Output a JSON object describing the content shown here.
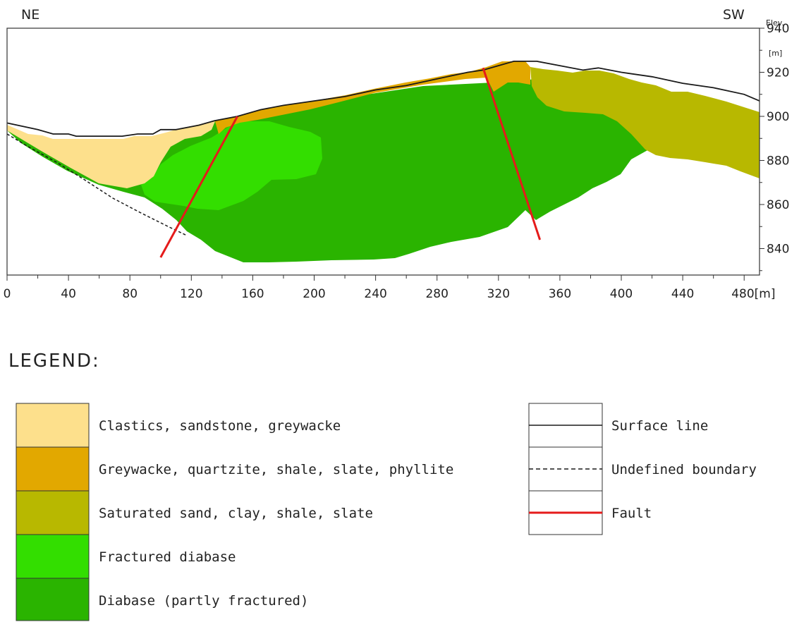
{
  "section": {
    "left_direction": "NE",
    "right_direction": "SW",
    "elev_label": "Elev.",
    "elev_unit": "[m]",
    "x_unit_suffix": "[m]",
    "x_ticks": [
      "0",
      "40",
      "80",
      "120",
      "160",
      "200",
      "240",
      "280",
      "320",
      "360",
      "400",
      "440",
      "480"
    ],
    "y_ticks": [
      "940",
      "920",
      "900",
      "880",
      "860",
      "840"
    ],
    "x_range": [
      0,
      490
    ],
    "y_range": [
      828,
      940
    ],
    "surface_profile": [
      [
        0,
        897
      ],
      [
        20,
        894
      ],
      [
        30,
        892
      ],
      [
        40,
        892
      ],
      [
        45,
        891
      ],
      [
        55,
        891
      ],
      [
        65,
        891
      ],
      [
        75,
        891
      ],
      [
        85,
        892
      ],
      [
        95,
        892
      ],
      [
        100,
        894
      ],
      [
        110,
        894
      ],
      [
        125,
        896
      ],
      [
        135,
        898
      ],
      [
        150,
        900
      ],
      [
        165,
        903
      ],
      [
        180,
        905
      ],
      [
        200,
        907
      ],
      [
        220,
        909
      ],
      [
        240,
        912
      ],
      [
        250,
        913
      ],
      [
        260,
        914
      ],
      [
        280,
        917
      ],
      [
        300,
        920
      ],
      [
        310,
        921
      ],
      [
        320,
        923
      ],
      [
        330,
        925
      ],
      [
        345,
        925
      ],
      [
        360,
        923
      ],
      [
        375,
        921
      ],
      [
        385,
        922
      ],
      [
        400,
        920
      ],
      [
        420,
        918
      ],
      [
        440,
        915
      ],
      [
        460,
        913
      ],
      [
        480,
        910
      ],
      [
        490,
        907
      ]
    ],
    "faults": [
      [
        [
          100,
          836
        ],
        [
          150,
          900
        ]
      ],
      [
        [
          310,
          922
        ],
        [
          347,
          844
        ]
      ]
    ],
    "colors": {
      "clastics": "#fde08c",
      "greywacke": "#e2a800",
      "saturated": "#b8b800",
      "fractured_diabase": "#33de00",
      "diabase": "#2ab400",
      "fault": "#e51b1b",
      "surface": "#1a1a1a"
    }
  },
  "legend": {
    "title": "LEGEND:",
    "units": [
      {
        "label": "Clastics, sandstone, greywacke",
        "color": "#fde08c"
      },
      {
        "label": "Greywacke, quartzite, shale, slate, phyllite",
        "color": "#e2a800"
      },
      {
        "label": "Saturated sand, clay, shale, slate",
        "color": "#b8b800"
      },
      {
        "label": "Fractured diabase",
        "color": "#33de00"
      },
      {
        "label": "Diabase (partly fractured)",
        "color": "#2ab400"
      }
    ],
    "lines": [
      {
        "label": "Surface line",
        "style": "solid",
        "color": "#1a1a1a"
      },
      {
        "label": "Undefined boundary",
        "style": "dashed",
        "color": "#1a1a1a"
      },
      {
        "label": "Fault",
        "style": "solid",
        "color": "#e51b1b"
      }
    ]
  }
}
